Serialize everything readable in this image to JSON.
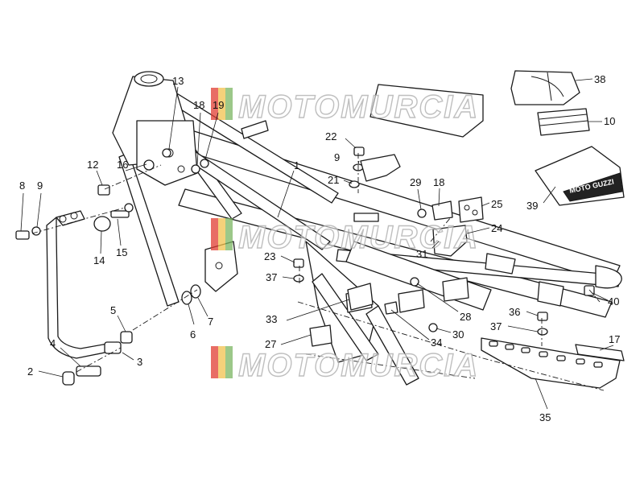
{
  "watermark": {
    "text": "MOTOMURCIA",
    "stripe_colors": [
      "#e03c31",
      "#f2c14e",
      "#7bb662"
    ]
  },
  "manual_cover_text": "MOTO GUZZI",
  "callouts": [
    {
      "id": "c1",
      "label": "1"
    },
    {
      "id": "c2",
      "label": "2"
    },
    {
      "id": "c3",
      "label": "3"
    },
    {
      "id": "c4",
      "label": "4"
    },
    {
      "id": "c5",
      "label": "5"
    },
    {
      "id": "c6",
      "label": "6"
    },
    {
      "id": "c7",
      "label": "7"
    },
    {
      "id": "c8",
      "label": "8"
    },
    {
      "id": "c9a",
      "label": "9"
    },
    {
      "id": "c9b",
      "label": "9"
    },
    {
      "id": "c10",
      "label": "10"
    },
    {
      "id": "c12",
      "label": "12"
    },
    {
      "id": "c13",
      "label": "13"
    },
    {
      "id": "c14",
      "label": "14"
    },
    {
      "id": "c15",
      "label": "15"
    },
    {
      "id": "c16",
      "label": "16"
    },
    {
      "id": "c17",
      "label": "17"
    },
    {
      "id": "c18a",
      "label": "18"
    },
    {
      "id": "c18b",
      "label": "18"
    },
    {
      "id": "c19",
      "label": "19"
    },
    {
      "id": "c21",
      "label": "21"
    },
    {
      "id": "c22",
      "label": "22"
    },
    {
      "id": "c23",
      "label": "23"
    },
    {
      "id": "c24",
      "label": "24"
    },
    {
      "id": "c25",
      "label": "25"
    },
    {
      "id": "c27",
      "label": "27"
    },
    {
      "id": "c28",
      "label": "28"
    },
    {
      "id": "c29",
      "label": "29"
    },
    {
      "id": "c30",
      "label": "30"
    },
    {
      "id": "c31",
      "label": "31"
    },
    {
      "id": "c33",
      "label": "33"
    },
    {
      "id": "c34",
      "label": "34"
    },
    {
      "id": "c35",
      "label": "35"
    },
    {
      "id": "c36",
      "label": "36"
    },
    {
      "id": "c37a",
      "label": "37"
    },
    {
      "id": "c37b",
      "label": "37"
    },
    {
      "id": "c38",
      "label": "38"
    },
    {
      "id": "c39",
      "label": "39"
    },
    {
      "id": "c40",
      "label": "40"
    }
  ]
}
